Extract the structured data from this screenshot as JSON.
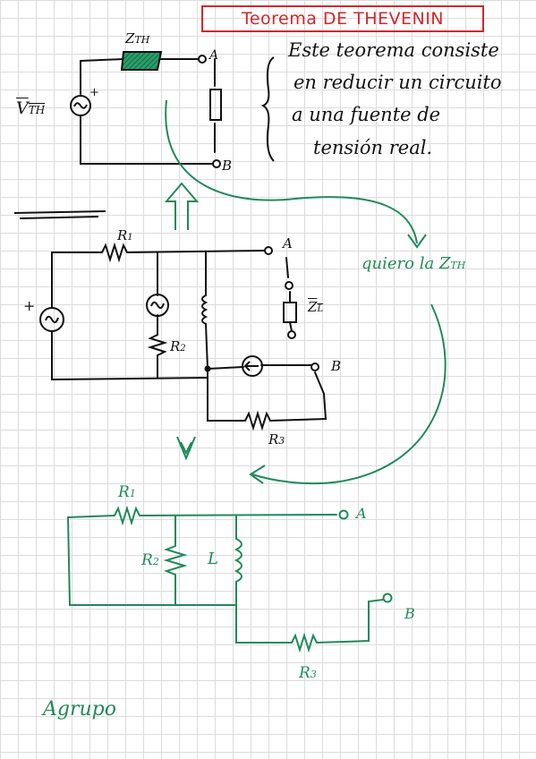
{
  "title": "Teorema DE THEVENIN",
  "description": {
    "line1": "Este teorema consiste",
    "line2": "en reducir un circuito",
    "line3": "a una fuente de",
    "line4": "tensión real."
  },
  "thevenin": {
    "impedance": "Z",
    "impedance_sub": "TH",
    "source": "V",
    "source_sub": "TH",
    "plus": "+",
    "terminal_a": "A",
    "terminal_b": "B"
  },
  "original_circuit": {
    "r1": "R",
    "r1_sub": "1",
    "r2": "R",
    "r2_sub": "2",
    "r3": "R",
    "r3_sub": "3",
    "zl": "Z",
    "zl_sub": "L",
    "plus": "+",
    "terminal_a": "A",
    "terminal_b": "B"
  },
  "annotation": "quiero la Z",
  "annotation_sub": "TH",
  "reduced_circuit": {
    "r1": "R",
    "r1_sub": "1",
    "r2": "R",
    "r2_sub": "2",
    "l": "L",
    "r3": "R",
    "r3_sub": "3",
    "terminal_a": "A",
    "terminal_b": "B"
  },
  "footer_note": "Agrupo",
  "colors": {
    "title": "#d3272d",
    "ink": "#111111",
    "green": "#1f8a5a",
    "hatch": "#2a9d6a"
  }
}
